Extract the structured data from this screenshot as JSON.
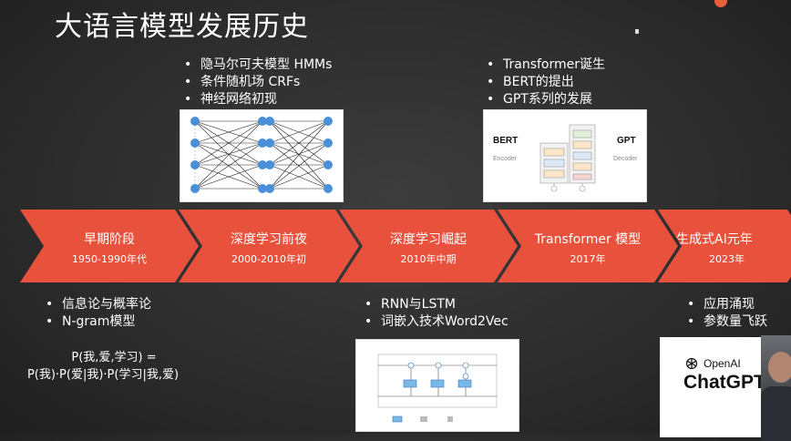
{
  "title": "大语言模型发展历史",
  "stages": [
    {
      "name": "早期阶段",
      "date": "1950-1990年代"
    },
    {
      "name": "深度学习前夜",
      "date": "2000-2010年初"
    },
    {
      "name": "深度学习崛起",
      "date": "2010年中期"
    },
    {
      "name": "Transformer 模型",
      "date": "2017年"
    },
    {
      "name": "生成式AI元年",
      "date": "2023年"
    }
  ],
  "top_notes": {
    "stage2": [
      "隐马尔可夫模型 HMMs",
      "条件随机场 CRFs",
      "神经网络初现"
    ],
    "stage4": [
      "Transformer诞生",
      "BERT的提出",
      "GPT系列的发展"
    ]
  },
  "bottom_notes": {
    "stage1": [
      "信息论与概率论",
      "N-gram模型"
    ],
    "stage3": [
      "RNN与LSTM",
      "词嵌入技术Word2Vec"
    ],
    "stage5": [
      "应用涌现",
      "参数量飞跃"
    ]
  },
  "formula": {
    "line1": "P(我,爱,学习) =",
    "line2": "P(我)·P(爱|我)·P(学习|我,爱)"
  },
  "bert_figure": {
    "left_label": "BERT",
    "left_sub": "Encoder",
    "right_label": "GPT",
    "right_sub": "Decoder"
  },
  "chatgpt_logo": {
    "brand": "OpenAI",
    "product": "ChatGPT"
  },
  "colors": {
    "accent": "#e8513c",
    "background": "#2e2e2e",
    "text": "#ffffff"
  }
}
